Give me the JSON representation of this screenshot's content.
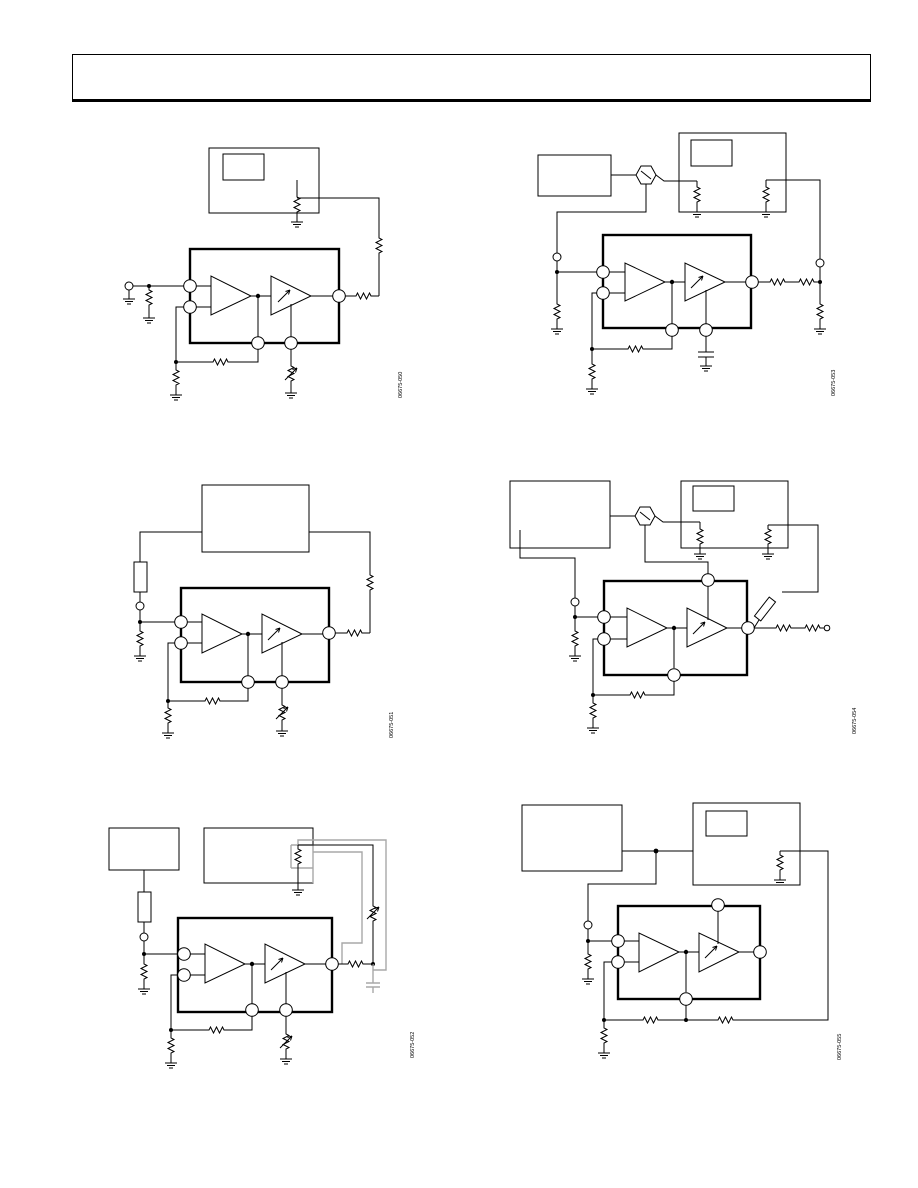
{
  "page": {
    "header": {
      "text": ""
    }
  },
  "figures": [
    {
      "id": "fig-top-left",
      "figure_code": "06675-050"
    },
    {
      "id": "fig-top-right",
      "figure_code": "06675-053"
    },
    {
      "id": "fig-middle-left",
      "figure_code": "06675-051"
    },
    {
      "id": "fig-middle-right",
      "figure_code": "06675-054"
    },
    {
      "id": "fig-bottom-left",
      "figure_code": "06675-052"
    },
    {
      "id": "fig-bottom-right",
      "figure_code": "06675-055"
    }
  ]
}
